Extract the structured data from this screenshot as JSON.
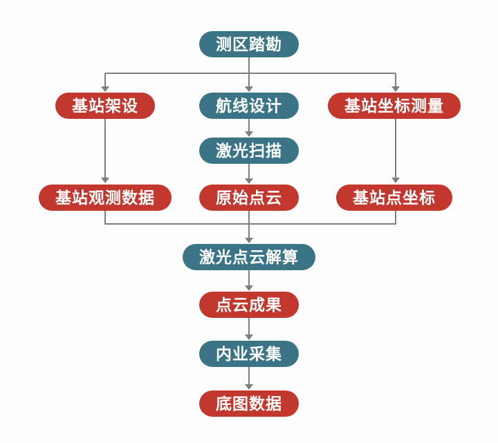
{
  "diagram_type": "flowchart",
  "colors": {
    "teal_node": "#3b7487",
    "red_node": "#c2382e",
    "connector": "#7d7d7d",
    "node_text": "#ffffff",
    "background": "#fdfdfd"
  },
  "nodes": [
    {
      "id": "survey",
      "label": "测区踏勘",
      "color": "teal"
    },
    {
      "id": "base-station-setup",
      "label": "基站架设",
      "color": "red"
    },
    {
      "id": "route-design",
      "label": "航线设计",
      "color": "teal"
    },
    {
      "id": "base-station-coord-measure",
      "label": "基站坐标测量",
      "color": "red"
    },
    {
      "id": "laser-scan",
      "label": "激光扫描",
      "color": "teal"
    },
    {
      "id": "base-station-obs-data",
      "label": "基站观测数据",
      "color": "red"
    },
    {
      "id": "raw-point-cloud",
      "label": "原始点云",
      "color": "red"
    },
    {
      "id": "base-station-point-coord",
      "label": "基站点坐标",
      "color": "red"
    },
    {
      "id": "laser-point-cloud-solve",
      "label": "激光点云解算",
      "color": "teal"
    },
    {
      "id": "point-cloud-result",
      "label": "点云成果",
      "color": "red"
    },
    {
      "id": "indoor-collection",
      "label": "内业采集",
      "color": "teal"
    },
    {
      "id": "base-map-data",
      "label": "底图数据",
      "color": "red"
    }
  ],
  "edges": [
    {
      "from": "测区踏勘",
      "to": "基站架设"
    },
    {
      "from": "测区踏勘",
      "to": "航线设计"
    },
    {
      "from": "测区踏勘",
      "to": "基站坐标测量"
    },
    {
      "from": "基站架设",
      "to": "基站观测数据"
    },
    {
      "from": "航线设计",
      "to": "激光扫描"
    },
    {
      "from": "激光扫描",
      "to": "原始点云"
    },
    {
      "from": "基站坐标测量",
      "to": "基站点坐标"
    },
    {
      "from": "基站观测数据",
      "to": "激光点云解算"
    },
    {
      "from": "原始点云",
      "to": "激光点云解算"
    },
    {
      "from": "基站点坐标",
      "to": "激光点云解算"
    },
    {
      "from": "激光点云解算",
      "to": "点云成果"
    },
    {
      "from": "点云成果",
      "to": "内业采集"
    },
    {
      "from": "内业采集",
      "to": "底图数据"
    }
  ]
}
